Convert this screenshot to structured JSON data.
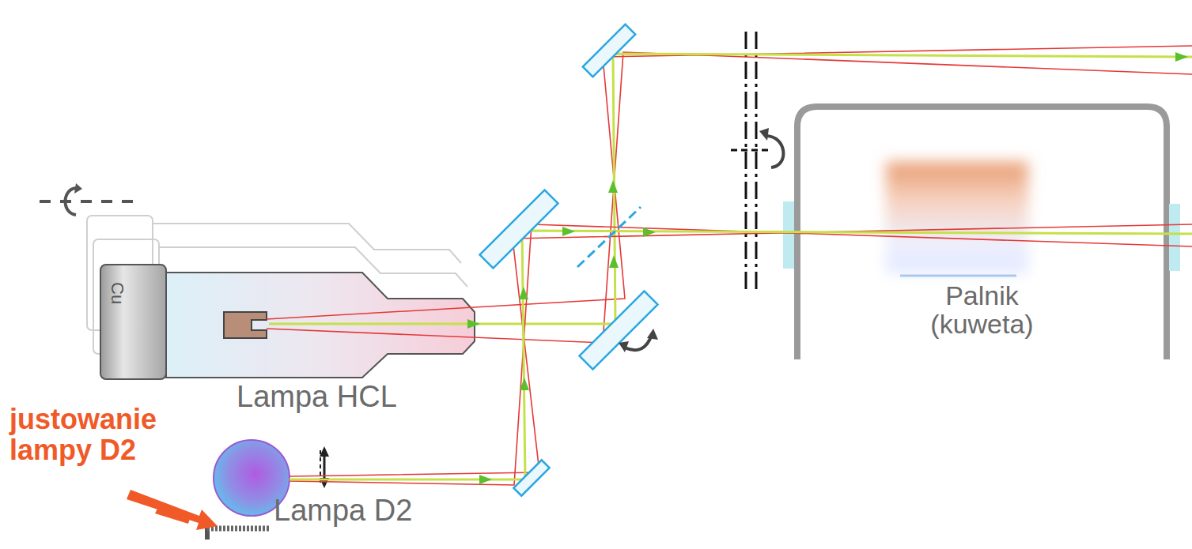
{
  "diagram": {
    "nodes": [
      {
        "text": [
          "Cu",
          "Lampa HCL"
        ]
      },
      {
        "text": [
          "Lampa D2"
        ]
      },
      {
        "text": [
          "Palnik (kuweta)"
        ]
      }
    ],
    "labels": [
      "justowanie lampy D2"
    ]
  }
}
